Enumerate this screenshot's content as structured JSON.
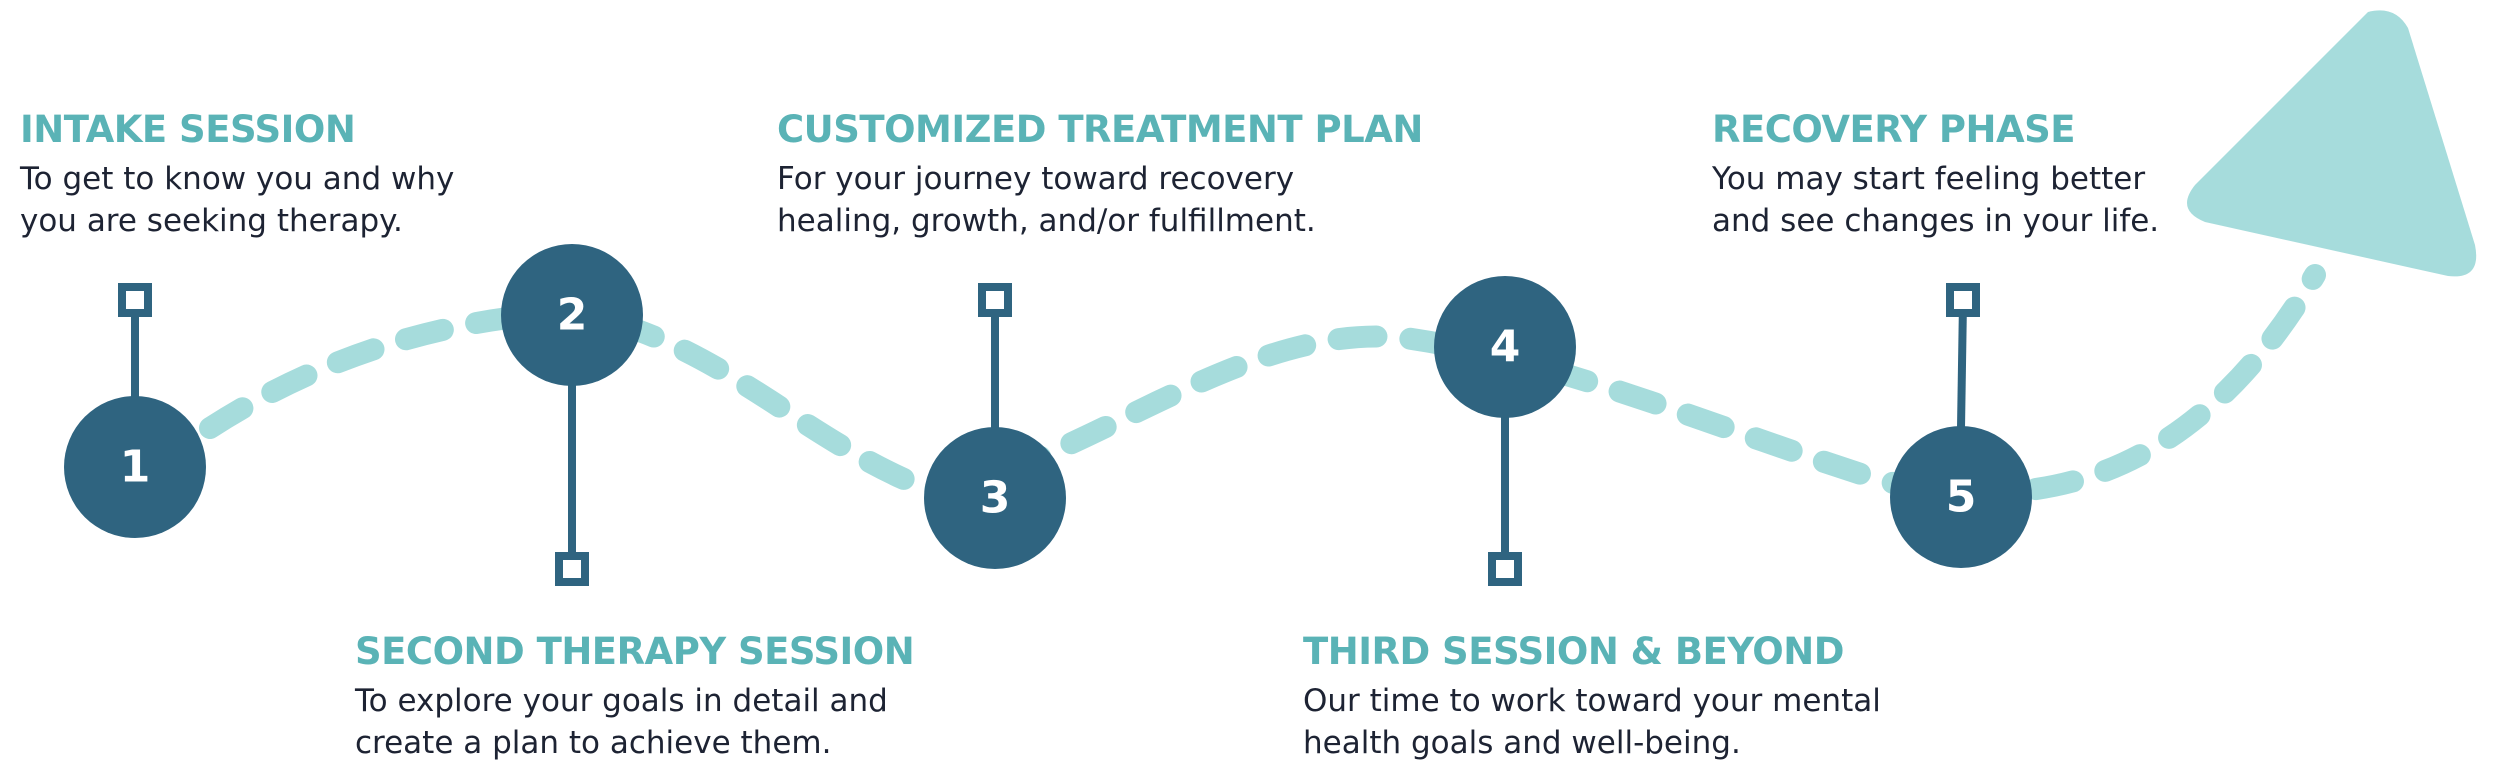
{
  "colors": {
    "node": "#2f6480",
    "path": "#a6dcdc",
    "title": "#5ab3b6",
    "text": "#1d2333",
    "arrow": "#a6dcdc"
  },
  "steps": [
    {
      "number": "1",
      "title": "INTAKE SESSION",
      "description_lines": [
        "To get to know you and why",
        "you are seeking therapy."
      ]
    },
    {
      "number": "2",
      "title": "SECOND THERAPY SESSION",
      "description_lines": [
        "To explore your goals in detail and",
        "create a plan to achieve them."
      ]
    },
    {
      "number": "3",
      "title": "CUSTOMIZED TREATMENT PLAN",
      "description_lines": [
        "For your journey toward recovery",
        "healing, growth, and/or fulfillment."
      ]
    },
    {
      "number": "4",
      "title": "THIRD SESSION & BEYOND",
      "description_lines": [
        "Our time to work toward your mental",
        "health goals and well-being."
      ]
    },
    {
      "number": "5",
      "title": "RECOVERY PHASE",
      "description_lines": [
        "You may start feeling better",
        "and see changes in your life."
      ]
    }
  ]
}
